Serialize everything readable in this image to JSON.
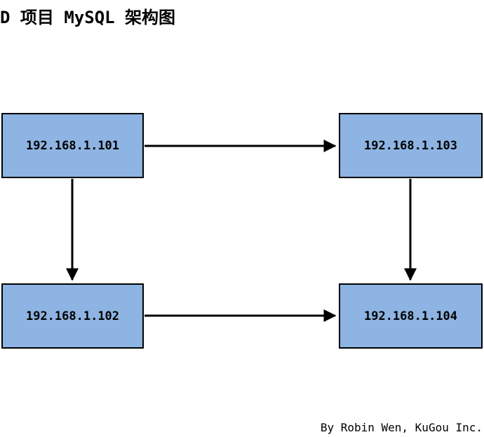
{
  "title": "D 项目 MySQL 架构图",
  "credit": "By Robin Wen, KuGou Inc.",
  "colors": {
    "node_fill": "#8DB4E2",
    "node_border": "#000000",
    "arrow": "#000000",
    "background": "#FFFFFF",
    "text": "#000000"
  },
  "diagram": {
    "type": "architecture-flow",
    "nodes": [
      {
        "id": "node-101",
        "label": "192.168.1.101",
        "position": "top-left"
      },
      {
        "id": "node-103",
        "label": "192.168.1.103",
        "position": "top-right"
      },
      {
        "id": "node-102",
        "label": "192.168.1.102",
        "position": "bottom-left"
      },
      {
        "id": "node-104",
        "label": "192.168.1.104",
        "position": "bottom-right"
      }
    ],
    "edges": [
      {
        "from": "192.168.1.101",
        "to": "192.168.1.103",
        "direction": "right"
      },
      {
        "from": "192.168.1.101",
        "to": "192.168.1.102",
        "direction": "down"
      },
      {
        "from": "192.168.1.103",
        "to": "192.168.1.104",
        "direction": "down"
      },
      {
        "from": "192.168.1.102",
        "to": "192.168.1.104",
        "direction": "right"
      }
    ]
  }
}
